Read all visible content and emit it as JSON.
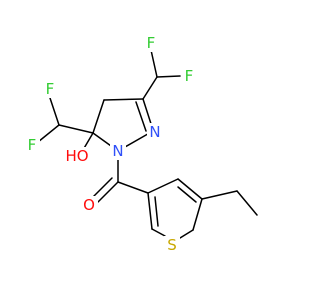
{
  "molecule": {
    "atom_labels": [
      {
        "key": "f1",
        "text": "F",
        "color": "#33cc33"
      },
      {
        "key": "f2",
        "text": "F",
        "color": "#33cc33"
      },
      {
        "key": "f3",
        "text": "F",
        "color": "#33cc33"
      },
      {
        "key": "f4",
        "text": "F",
        "color": "#33cc33"
      },
      {
        "key": "n_ring",
        "text": "N",
        "color": "#3050f8"
      },
      {
        "key": "n1",
        "text": "N",
        "color": "#3050f8"
      },
      {
        "key": "ho",
        "text": "HO",
        "color": "#ff0d0d"
      },
      {
        "key": "o",
        "text": "O",
        "color": "#ff0d0d"
      },
      {
        "key": "s",
        "text": "S",
        "color": "#c8a800"
      }
    ]
  }
}
